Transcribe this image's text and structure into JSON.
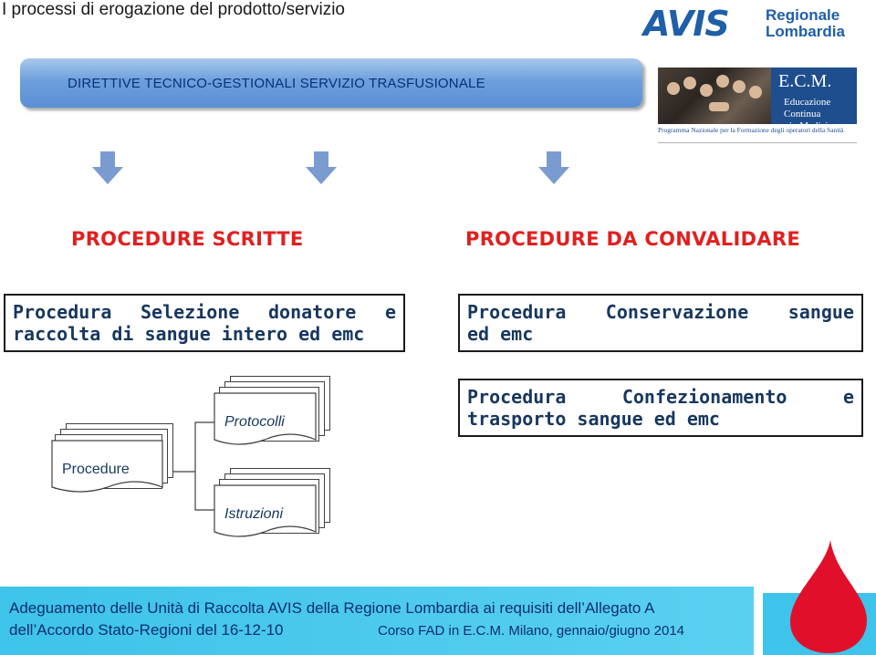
{
  "slide": {
    "title": "I processi di erogazione del prodotto/servizio"
  },
  "logo": {
    "wordmark": "AVIS",
    "region_line1": "Regionale",
    "region_line2": "Lombardia"
  },
  "banner": {
    "text": "DIRETTIVE TECNICO-GESTIONALI SERVIZIO TRASFUSIONALE"
  },
  "ecm": {
    "title": "E.C.M.",
    "subtitle_line1": "Educazione Continua",
    "subtitle_line2": "in Medicina",
    "program": "Programma Nazionale per la Formazione degli operatori della Sanità"
  },
  "headings": {
    "left": "PROCEDURE SCRITTE",
    "right": "PROCEDURE DA CONVALIDARE"
  },
  "boxes": {
    "selezione": {
      "line1": [
        "Procedura",
        "Selezione",
        "donatore",
        "e"
      ],
      "line2": "raccolta di sangue intero ed emc"
    },
    "conservazione": {
      "line1": [
        "Procedura",
        "Conservazione",
        "sangue"
      ],
      "line2": "ed emc"
    },
    "confezionamento": {
      "line1": [
        "Procedura",
        "Confezionamento",
        "e"
      ],
      "line2": "trasporto sangue ed emc"
    }
  },
  "documents": {
    "procedure": "Procedure",
    "protocolli": "Protocolli",
    "istruzioni": "Istruzioni"
  },
  "footer": {
    "line1": "Adeguamento delle Unità di Raccolta AVIS della Regione Lombardia ai requisiti dell’Allegato A",
    "line2": "dell’Accordo Stato-Regioni del 16-12-10",
    "right": "Corso FAD in E.C.M. Milano,  gennaio/giugno 2014"
  },
  "colors": {
    "heading_red": "#e02020",
    "box_text": "#17375e",
    "banner_blue": "#6d9fdc",
    "footer_cyan": "#3ec3ea",
    "arrow_blue": "#7a9bd0",
    "drop_red": "#e0102a"
  }
}
